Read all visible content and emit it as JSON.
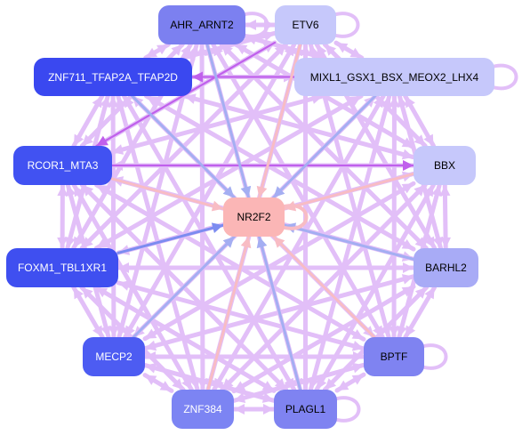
{
  "diagram": {
    "center": "NR2F2",
    "nodes": [
      {
        "id": "AHR_ARNT2",
        "label": "AHR_ARNT2",
        "fill": "#7c80f0",
        "text": "#000000",
        "self_loop": true
      },
      {
        "id": "ETV6",
        "label": "ETV6",
        "fill": "#c6c8fb",
        "text": "#000000",
        "self_loop": true
      },
      {
        "id": "ZNF711",
        "label": "ZNF711_TFAP2A_TFAP2D",
        "fill": "#3a48f0",
        "text": "#ffffff",
        "self_loop": false
      },
      {
        "id": "MIXL1",
        "label": "MIXL1_GSX1_BSX_MEOX2_LHX4",
        "fill": "#c6c8fb",
        "text": "#000000",
        "self_loop": true
      },
      {
        "id": "RCOR1",
        "label": "RCOR1_MTA3",
        "fill": "#4152f2",
        "text": "#ffffff",
        "self_loop": false
      },
      {
        "id": "BBX",
        "label": "BBX",
        "fill": "#c6c8fb",
        "text": "#000000",
        "self_loop": false
      },
      {
        "id": "NR2F2",
        "label": "NR2F2",
        "fill": "#fbb6b6",
        "text": "#000000",
        "self_loop": true
      },
      {
        "id": "FOXM1",
        "label": "FOXM1_TBL1XR1",
        "fill": "#3f4ff0",
        "text": "#ffffff",
        "self_loop": false
      },
      {
        "id": "BARHL2",
        "label": "BARHL2",
        "fill": "#a8abf6",
        "text": "#000000",
        "self_loop": false
      },
      {
        "id": "MECP2",
        "label": "MECP2",
        "fill": "#4d5cf2",
        "text": "#ffffff",
        "self_loop": false
      },
      {
        "id": "BPTF",
        "label": "BPTF",
        "fill": "#7f83f1",
        "text": "#000000",
        "self_loop": true
      },
      {
        "id": "ZNF384",
        "label": "ZNF384",
        "fill": "#7c84f3",
        "text": "#ffffff",
        "self_loop": false
      },
      {
        "id": "PLAGL1",
        "label": "PLAGL1",
        "fill": "#7f83f1",
        "text": "#000000",
        "self_loop": true
      }
    ],
    "edge_colors": {
      "default": "#e2bff8",
      "strong": "#c060ec",
      "to_center_blue": "#a4aef2",
      "to_center_pink": "#f8bcc4",
      "to_center_dark": "#7c8cf0"
    },
    "highlight_edges": [
      {
        "from": "MIXL1",
        "to": "ZNF711",
        "color": "strong"
      },
      {
        "from": "RCOR1",
        "to": "BBX",
        "color": "strong"
      },
      {
        "from": "ETV6",
        "to": "RCOR1",
        "color": "strong"
      }
    ],
    "center_edges": [
      {
        "from": "AHR_ARNT2",
        "color": "to_center_blue"
      },
      {
        "from": "ETV6",
        "color": "to_center_pink"
      },
      {
        "from": "MIXL1",
        "color": "to_center_blue"
      },
      {
        "from": "RCOR1",
        "color": "to_center_pink"
      },
      {
        "from": "BBX",
        "color": "to_center_pink"
      },
      {
        "from": "FOXM1",
        "color": "to_center_dark"
      },
      {
        "from": "BARHL2",
        "color": "to_center_blue"
      },
      {
        "from": "MECP2",
        "color": "to_center_blue"
      },
      {
        "from": "BPTF",
        "color": "to_center_pink"
      },
      {
        "from": "ZNF384",
        "color": "to_center_pink"
      },
      {
        "from": "PLAGL1",
        "color": "to_center_blue"
      },
      {
        "from": "ZNF711",
        "color": "to_center_blue"
      }
    ]
  }
}
